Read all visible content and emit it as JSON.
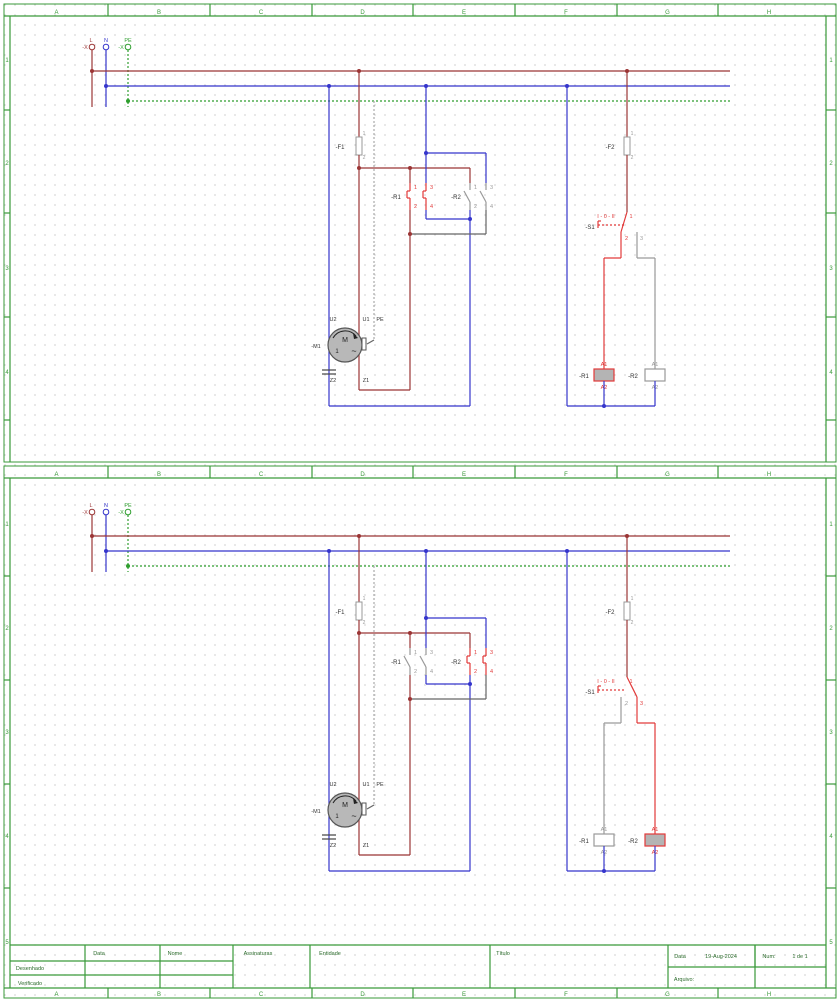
{
  "sheet": {
    "columns": [
      "A",
      "B",
      "C",
      "D",
      "E",
      "F",
      "G",
      "H"
    ],
    "rows_top": [
      "1",
      "2",
      "3",
      "4"
    ],
    "rows_bottom": [
      "1",
      "2",
      "3",
      "4",
      "5"
    ]
  },
  "terminals": {
    "prefix": "-X",
    "L": "L",
    "N": "N",
    "PE": "PE"
  },
  "components": {
    "F1": "-F1",
    "F2": "-F2",
    "R1": "-R1",
    "R2": "-R2",
    "S1": "-S1",
    "M1": "-M1",
    "motor_symbol": "M",
    "motor_phase": "1",
    "motor_ac": "~",
    "U1": "U1",
    "U2": "U2",
    "Z1": "Z1",
    "Z2": "Z2",
    "PE": "PE",
    "A1": "A1",
    "A2": "A2",
    "s1_positions": "I - 0 - II",
    "pin1": "1",
    "pin2": "2",
    "pin3": "3",
    "pin4": "4"
  },
  "states": [
    {
      "S1_position": "I",
      "R1_energized": true,
      "R2_energized": false
    },
    {
      "S1_position": "II",
      "R1_energized": false,
      "R2_energized": true
    }
  ],
  "title_block": {
    "col_data": "Data",
    "col_nome": "Nome",
    "col_assinaturas": "Assinaturas",
    "col_entidade": "Entidade",
    "col_titulo": "Título",
    "row_desenhado": "Desenhado",
    "row_verificado": "Verificado",
    "data_label": "Data",
    "data_value": "19-Aug-2024",
    "num_label": "Num:",
    "num_value": "1 de 1",
    "arquivo_label": "Arquivo:"
  },
  "colors": {
    "frame": "#3a9a3a",
    "line_wire": "#9b3535",
    "neutral_wire": "#3535cc",
    "pe_wire": "#2e9e2e",
    "active": "#e23a3a",
    "inactive": "#9a9a9a"
  }
}
